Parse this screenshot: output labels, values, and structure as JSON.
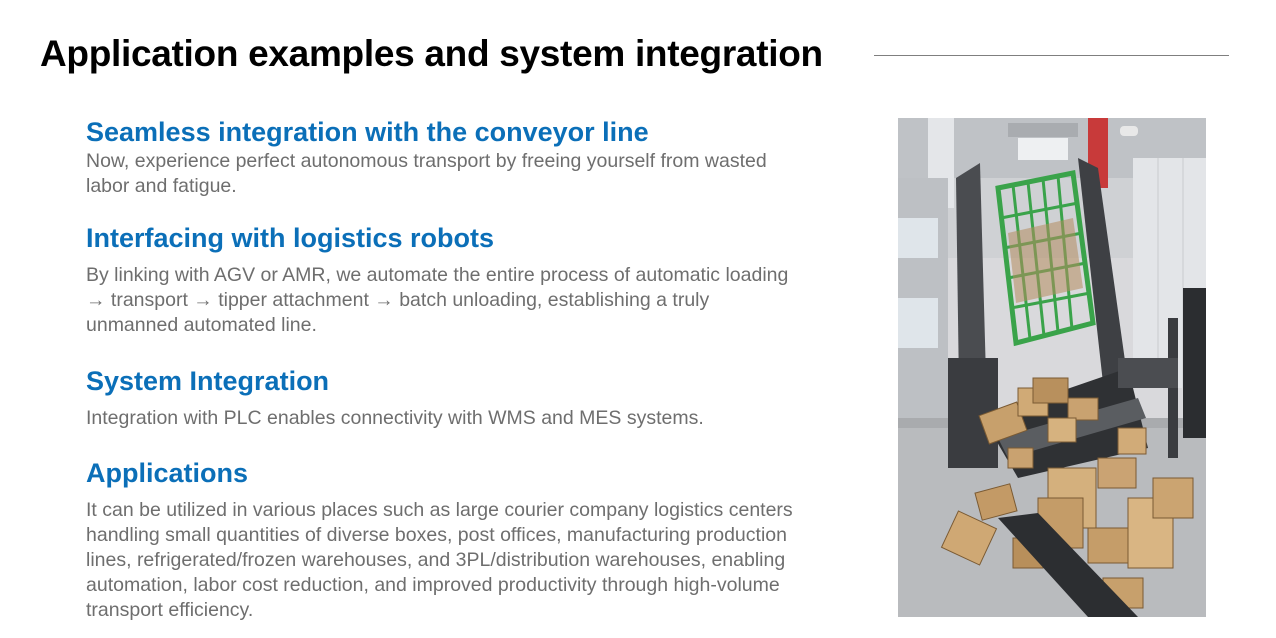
{
  "header": {
    "title": "Application examples and system integration"
  },
  "sections": [
    {
      "heading": "Seamless integration with the conveyor line",
      "body": "Now, experience perfect autonomous transport by freeing yourself from wasted labor and fatigue."
    },
    {
      "heading": "Interfacing with logistics robots",
      "body": "By linking with AGV or AMR, we automate the entire process of automatic loading → transport → tipper attachment → batch unloading, establishing a truly unmanned automated line."
    },
    {
      "heading": "System Integration",
      "body": "Integration with PLC enables connectivity with WMS and MES systems."
    },
    {
      "heading": "Applications",
      "body": "It can be utilized in various places such as large courier company logistics centers handling small quantities of diverse boxes, post offices, manufacturing production lines, refrigerated/frozen warehouses, and 3PL/distribution warehouses, enabling automation, labor cost reduction, and improved productivity through high-volume transport efficiency."
    }
  ],
  "image": {
    "alt_icon": "warehouse-photo"
  }
}
